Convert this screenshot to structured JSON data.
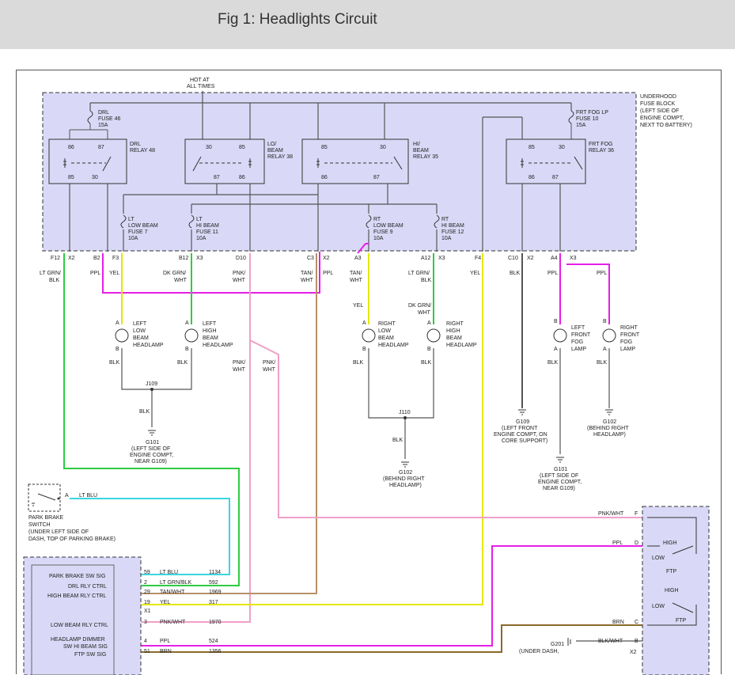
{
  "header": {
    "title": "Fig 1: Headlights Circuit"
  },
  "fuse_block": {
    "hot_label": [
      "HOT AT",
      "ALL TIMES"
    ],
    "name": [
      "UNDERHOOD",
      "FUSE BLOCK",
      "(LEFT SIDE OF",
      "ENGINE COMPT,",
      "NEXT TO BATTERY)"
    ],
    "fuses": {
      "drl": [
        "DRL",
        "FUSE 46",
        "15A"
      ],
      "frt_fog": [
        "FRT FOG LP",
        "FUSE 10",
        "15A"
      ],
      "lt_low": [
        "LT",
        "LOW BEAM",
        "FUSE 7",
        "10A"
      ],
      "lt_hi": [
        "LT",
        "HI BEAM",
        "FUSE 11",
        "10A"
      ],
      "rt_low": [
        "RT",
        "LOW BEAM",
        "FUSE 9",
        "10A"
      ],
      "rt_hi": [
        "RT",
        "HI BEAM",
        "FUSE 12",
        "10A"
      ]
    },
    "relays": {
      "drl": {
        "name": [
          "DRL",
          "RELAY 48"
        ],
        "pins": [
          "86",
          "87",
          "85",
          "30"
        ]
      },
      "lo_beam": {
        "name": [
          "LO/",
          "BEAM",
          "RELAY 38"
        ],
        "pins": [
          "30",
          "85",
          "87",
          "86"
        ]
      },
      "hi_beam": {
        "name": [
          "HI/",
          "BEAM",
          "RELAY 35"
        ],
        "pins": [
          "85",
          "30",
          "86",
          "87"
        ]
      },
      "frt_fog": {
        "name": [
          "FRT FOG",
          "RELAY 36"
        ],
        "pins": [
          "85",
          "30",
          "86",
          "87"
        ]
      }
    }
  },
  "connector_pins": [
    "F12",
    "X2",
    "B2",
    "F3",
    "B12",
    "X3",
    "D10",
    "C3",
    "X2",
    "A3",
    "A12",
    "X3",
    "F4",
    "C10",
    "X2",
    "A4",
    "X3"
  ],
  "wire_labels": {
    "ltgrn_blk": [
      "LT GRN/",
      "BLK"
    ],
    "ppl": "PPL",
    "yel": "YEL",
    "dkgrn_wht": [
      "DK GRN/",
      "WHT"
    ],
    "pnk_wht": [
      "PNK/",
      "WHT"
    ],
    "tan_wht": [
      "TAN/",
      "WHT"
    ],
    "blk": "BLK"
  },
  "lamps": {
    "lt_low": [
      "LEFT",
      "LOW",
      "BEAM",
      "HEADLAMP"
    ],
    "lt_high": [
      "LEFT",
      "HIGH",
      "BEAM",
      "HEADLAMP"
    ],
    "rt_low": [
      "RIGHT",
      "LOW",
      "BEAM",
      "HEADLAMP"
    ],
    "rt_high": [
      "RIGHT",
      "HIGH",
      "BEAM",
      "HEADLAMP"
    ],
    "lt_fog": [
      "LEFT",
      "FRONT",
      "FOG",
      "LAMP"
    ],
    "rt_fog": [
      "RIGHT",
      "FRONT",
      "FOG",
      "LAMP"
    ],
    "pin_a": "A",
    "pin_b": "B"
  },
  "splices": {
    "j109": "J109",
    "j110": "J110"
  },
  "grounds": {
    "g101_left": [
      "G101",
      "(LEFT SIDE OF",
      "ENGINE COMPT,",
      "NEAR G109)"
    ],
    "g102_mid": [
      "G102",
      "(BEHIND RIGHT",
      "HEADLAMP)"
    ],
    "g109": [
      "G109",
      "(LEFT FRONT",
      "ENGINE COMPT, ON",
      "CORE SUPPORT)"
    ],
    "g102_right": [
      "G102",
      "(BEHIND RIGHT",
      "HEADLAMP)"
    ],
    "g101_right": [
      "G101",
      "(LEFT SIDE OF",
      "ENGINE COMPT,",
      "NEAR G109)"
    ],
    "g201": [
      "G201",
      "(UNDER DASH,"
    ]
  },
  "park_brake": {
    "label": [
      "PARK BRAKE",
      "SWITCH",
      "(UNDER LEFT SIDE OF",
      "DASH, TOP OF PARKING BRAKE)"
    ],
    "pin": "A",
    "wire": "LT BLU"
  },
  "bcm": {
    "rows": [
      {
        "sig": "PARK BRAKE SW SIG",
        "pin": "59",
        "color": "LT BLU",
        "circuit": "1134"
      },
      {
        "sig": "DRL RLY CTRL",
        "pin": "2",
        "color": "LT GRN/BLK",
        "circuit": "592"
      },
      {
        "sig": "HIGH BEAM RLY CTRL",
        "pin": "29",
        "color": "TAN/WHT",
        "circuit": "1969"
      },
      {
        "sig": "",
        "pin": "19",
        "color": "YEL",
        "circuit": "317"
      },
      {
        "sig": "LOW BEAM RLY CTRL",
        "pin": "3",
        "color": "PNK/WHT",
        "circuit": "1970"
      },
      {
        "sig": "HEADLAMP DIMMER",
        "pin": "4",
        "color": "PPL",
        "circuit": "524"
      },
      {
        "sig": "SW HI BEAM SIG",
        "pin": "51",
        "color": "BRN",
        "circuit": "1356"
      },
      {
        "sig": "FTP SW SIG",
        "pin": "",
        "color": "",
        "circuit": ""
      }
    ],
    "connector_x1": "X1"
  },
  "dimmer_switch": {
    "pins": [
      {
        "wire": "PNK/WHT",
        "pin": "F"
      },
      {
        "wire": "PPL",
        "pin": "D"
      },
      {
        "wire": "BRN",
        "pin": "C"
      },
      {
        "wire": "BLK/WHT",
        "pin": "B"
      }
    ],
    "connector": "X2",
    "labels": {
      "high": "HIGH",
      "low": "LOW",
      "ftp": "FTP"
    }
  },
  "colors": {
    "green": "#2ecc40",
    "magenta": "#e61ee6",
    "yellow": "#e6e600",
    "pink": "#f0a0c8",
    "tan": "#b8906a",
    "cyan": "#3ad6e0",
    "brown": "#8b6a2a",
    "gray": "#555555",
    "fill": "#d9d9f7"
  }
}
